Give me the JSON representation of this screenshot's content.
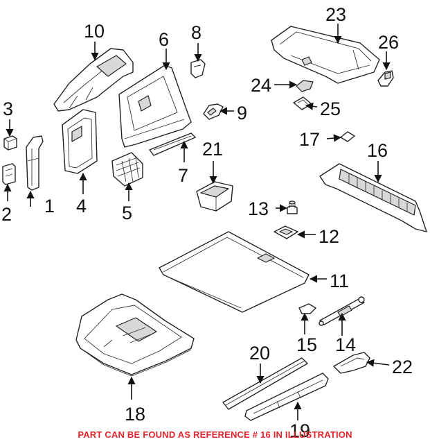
{
  "callouts": {
    "c1": "1",
    "c2": "2",
    "c3": "3",
    "c4": "4",
    "c5": "5",
    "c6": "6",
    "c7": "7",
    "c8": "8",
    "c9": "9",
    "c10": "10",
    "c11": "11",
    "c12": "12",
    "c13": "13",
    "c14": "14",
    "c15": "15",
    "c16": "16",
    "c17": "17",
    "c18": "18",
    "c19": "19",
    "c20": "20",
    "c21": "21",
    "c22": "22",
    "c23": "23",
    "c24": "24",
    "c25": "25",
    "c26": "26"
  },
  "footer": {
    "note": "PART CAN BE FOUND AS REFERENCE # 16 IN ILLUSTRATION"
  },
  "colors": {
    "note_text": "#e3262b",
    "line_art": "#222222"
  }
}
